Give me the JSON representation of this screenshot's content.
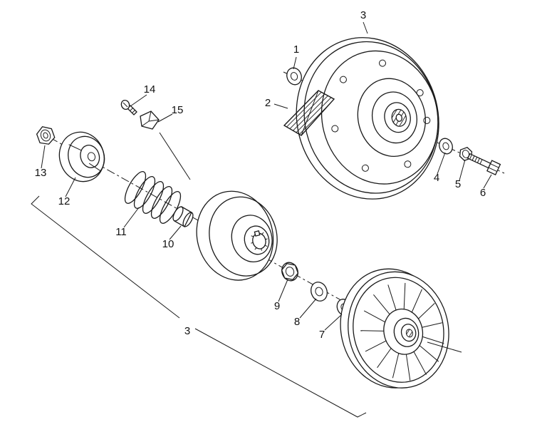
{
  "figure": {
    "type": "exploded-parts-diagram",
    "background_color": "#ffffff",
    "ink_color": "#1a1a1a",
    "callouts": {
      "n1": "1",
      "n2": "2",
      "n3": "3",
      "n4": "4",
      "n5": "5",
      "n6": "6",
      "n7": "7",
      "n8": "8",
      "n9": "9",
      "n10": "10",
      "n11": "11",
      "n12": "12",
      "n13": "13",
      "n14": "14",
      "n15": "15",
      "assembly": "3"
    }
  }
}
